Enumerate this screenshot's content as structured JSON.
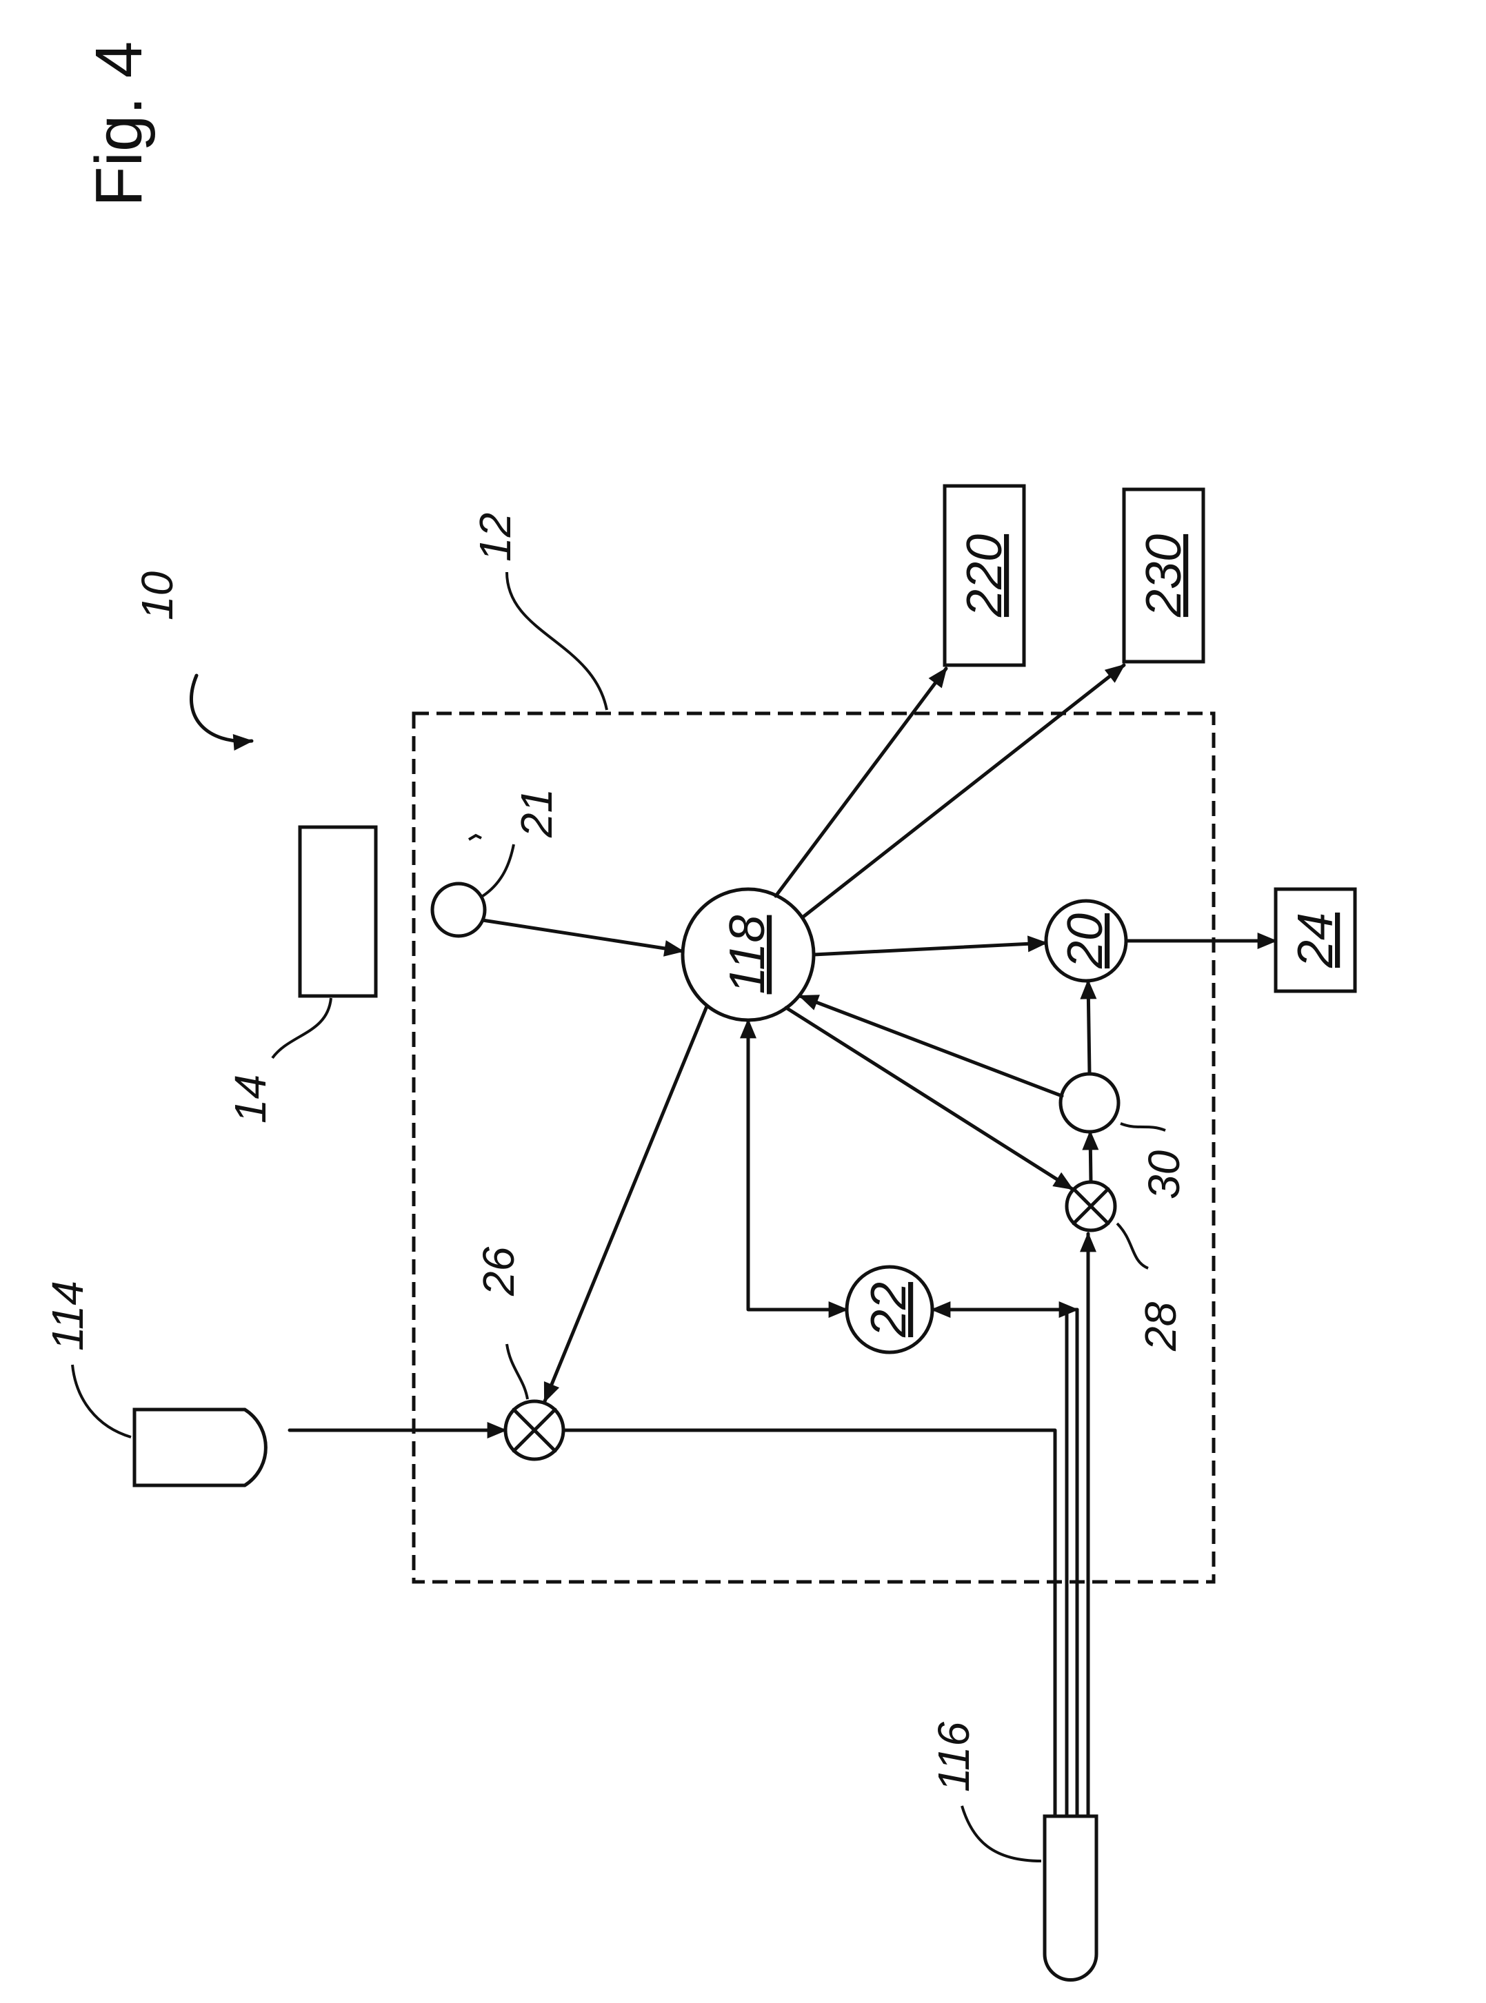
{
  "figure_title": "Fig. 4",
  "labels": {
    "system": "10",
    "enclosure": "12",
    "unit_14": "14",
    "sensor_21": "21",
    "valve_26": "26",
    "valve_28": "28",
    "sensor_30": "30",
    "tank_114": "114",
    "probe_116": "116"
  },
  "nodes": {
    "controller": "118",
    "n20": "20",
    "n22": "22",
    "n24": "24",
    "n220": "220",
    "n230": "230"
  }
}
